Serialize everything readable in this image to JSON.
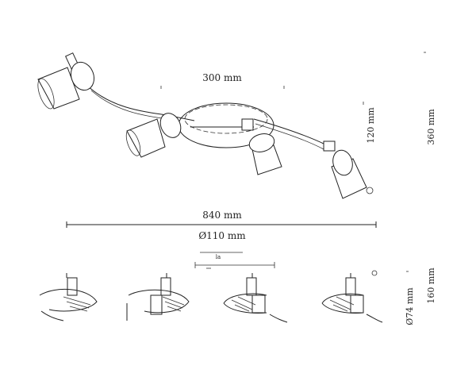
{
  "dimensions": {
    "top_width": "300 mm",
    "height_small": "120 mm",
    "height_total": "360 mm",
    "total_width": "840 mm",
    "base_diameter": "Ø110 mm",
    "small_label": "la",
    "side_height": "160 mm",
    "shade_diameter": "Ø74 mm"
  }
}
